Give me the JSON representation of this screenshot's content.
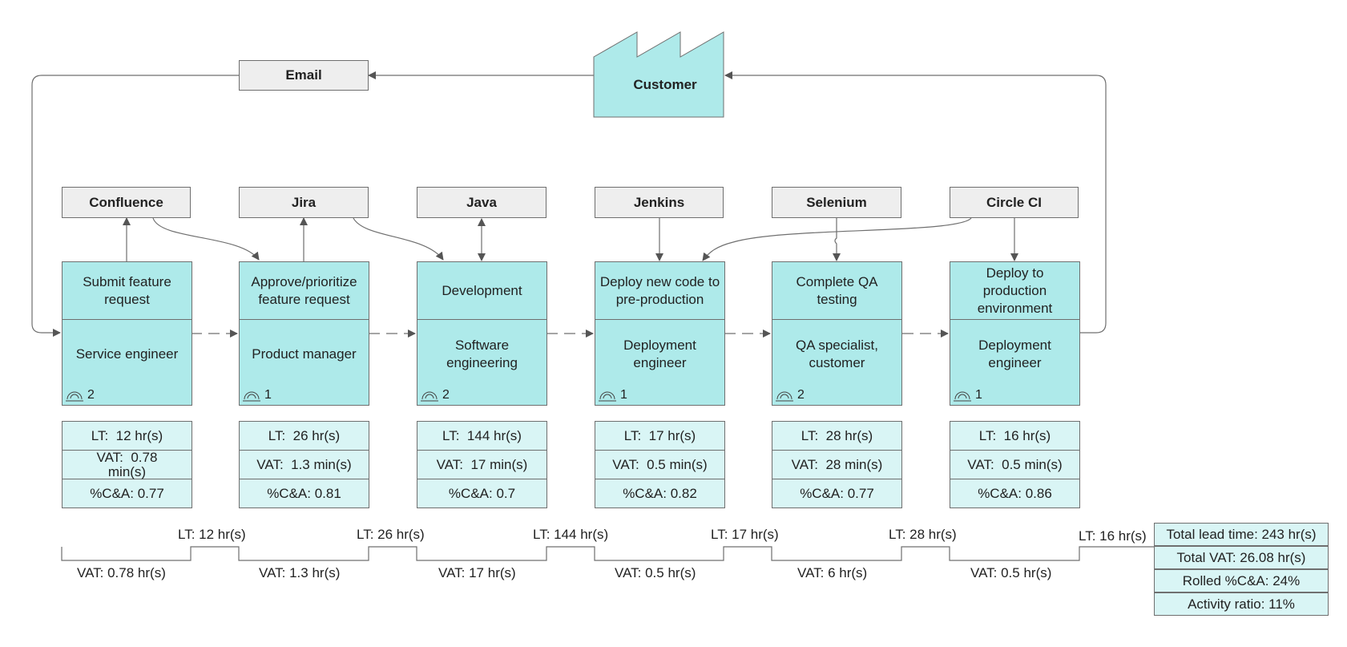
{
  "colors": {
    "process_fill": "#aeeaea",
    "data_fill": "#d9f5f5",
    "tool_fill": "#eeeeee",
    "line": "#6f6f6f"
  },
  "customer": {
    "label": "Customer",
    "icon": "factory-icon"
  },
  "email": {
    "label": "Email"
  },
  "tools": [
    "Confluence",
    "Jira",
    "Java",
    "Jenkins",
    "Selenium",
    "Circle CI"
  ],
  "processes": [
    {
      "title": "Submit feature request",
      "role": "Service engineer",
      "operators": "2"
    },
    {
      "title": "Approve/prioritize feature request",
      "role": "Product manager",
      "operators": "1"
    },
    {
      "title": "Development",
      "role": "Software engineering",
      "operators": "2"
    },
    {
      "title": "Deploy new code to pre-production",
      "role": "Deployment engineer",
      "operators": "1"
    },
    {
      "title": "Complete QA testing",
      "role": "QA specialist, customer",
      "operators": "2"
    },
    {
      "title": "Deploy to production environment",
      "role": "Deployment engineer",
      "operators": "1"
    }
  ],
  "data_boxes": [
    {
      "lt": "LT:  12 hr(s)",
      "vat": "VAT:  0.78\nmin(s)",
      "ca": "%C&A: 0.77"
    },
    {
      "lt": "LT:  26 hr(s)",
      "vat": "VAT:  1.3 min(s)",
      "ca": "%C&A: 0.81"
    },
    {
      "lt": "LT:  144 hr(s)",
      "vat": "VAT:  17 min(s)",
      "ca": "%C&A: 0.7"
    },
    {
      "lt": "LT:  17 hr(s)",
      "vat": "VAT:  0.5 min(s)",
      "ca": "%C&A: 0.82"
    },
    {
      "lt": "LT:  28 hr(s)",
      "vat": "VAT:  28 min(s)",
      "ca": "%C&A: 0.77"
    },
    {
      "lt": "LT:  16 hr(s)",
      "vat": "VAT:  0.5 min(s)",
      "ca": "%C&A: 0.86"
    }
  ],
  "timeline": {
    "lt": [
      "LT: 12 hr(s)",
      "LT: 26 hr(s)",
      "LT: 144 hr(s)",
      "LT: 17 hr(s)",
      "LT: 28 hr(s)",
      "LT: 16 hr(s)"
    ],
    "vat": [
      "VAT:  0.78 hr(s)",
      "VAT:  1.3 hr(s)",
      "VAT:  17 hr(s)",
      "VAT:  0.5 hr(s)",
      "VAT:  6 hr(s)",
      "VAT:  0.5 hr(s)"
    ]
  },
  "summary": {
    "total_lead_time": "Total lead time: 243 hr(s)",
    "total_vat": "Total VAT: 26.08 hr(s)",
    "rolled_ca": "Rolled %C&A: 24%",
    "activity_ratio": "Activity ratio: 11%"
  }
}
